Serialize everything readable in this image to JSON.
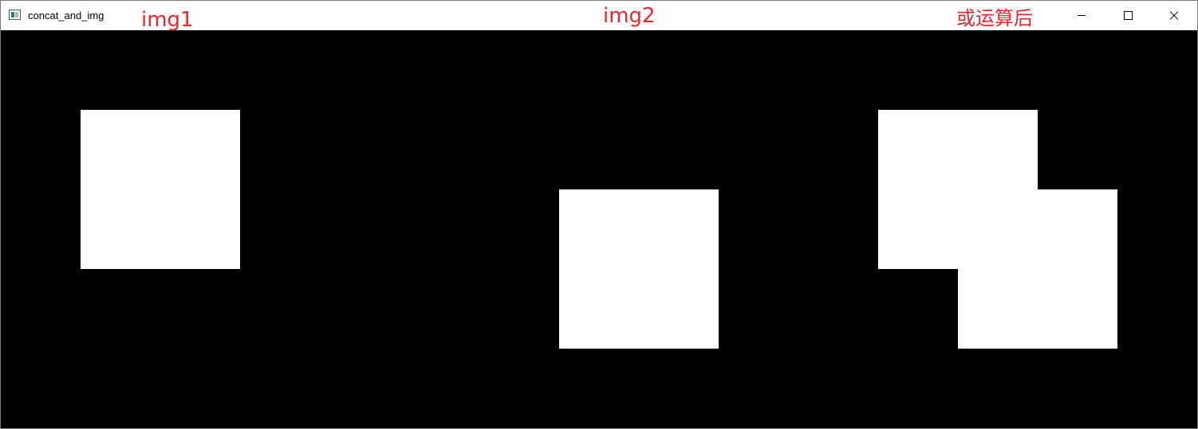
{
  "window": {
    "title": "concat_and_img",
    "icon": "app-window-icon",
    "controls": {
      "minimize_icon": "minimize-icon",
      "maximize_icon": "maximize-icon",
      "close_icon": "close-icon"
    }
  },
  "annotations": {
    "left": "img1",
    "middle": "img2",
    "right": "或运算后",
    "color": "#e8262e"
  },
  "canvas": {
    "background": "#000000",
    "shape_color": "#ffffff"
  }
}
